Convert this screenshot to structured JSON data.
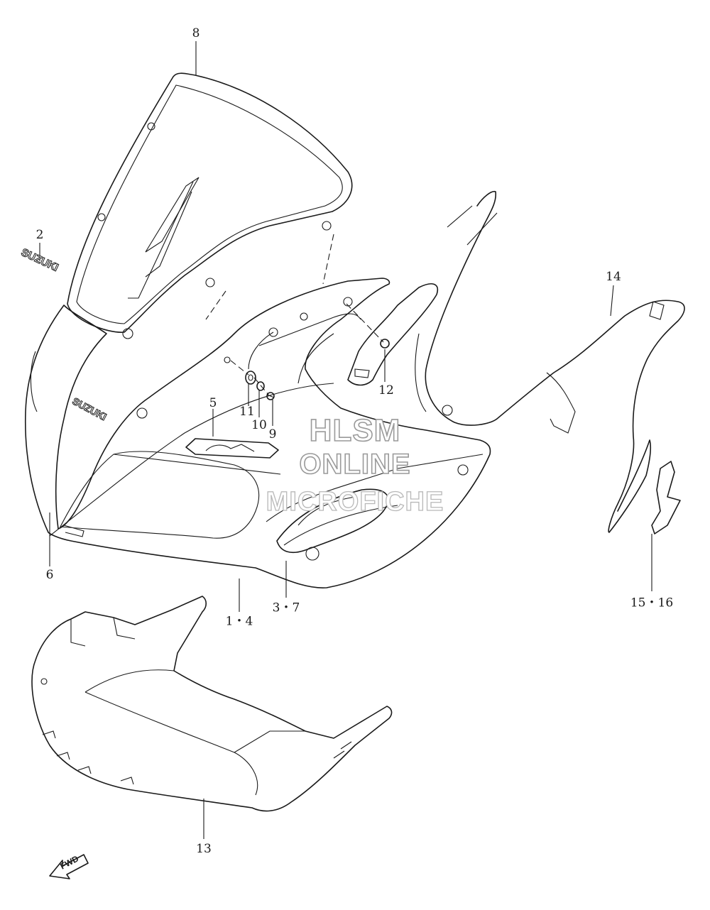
{
  "callouts": [
    {
      "id": "c8",
      "text": "8"
    },
    {
      "id": "c2",
      "text": "2"
    },
    {
      "id": "c14",
      "text": "14"
    },
    {
      "id": "c12",
      "text": "12"
    },
    {
      "id": "c5",
      "text": "5"
    },
    {
      "id": "c11",
      "text": "11"
    },
    {
      "id": "c10",
      "text": "10"
    },
    {
      "id": "c9",
      "text": "9"
    },
    {
      "id": "c6",
      "text": "6"
    },
    {
      "id": "c37",
      "text": "3・7"
    },
    {
      "id": "c14b",
      "text": "1・4"
    },
    {
      "id": "c1516",
      "text": "15・16"
    },
    {
      "id": "c13",
      "text": "13"
    }
  ],
  "watermark": {
    "line1": "HLSM",
    "line2": "ONLINE",
    "line3": "MICROFICHE"
  },
  "decals": {
    "emblem_brand": "SUZUKI",
    "cowl_brand": "SUZUKI",
    "fwd": "FWD"
  }
}
